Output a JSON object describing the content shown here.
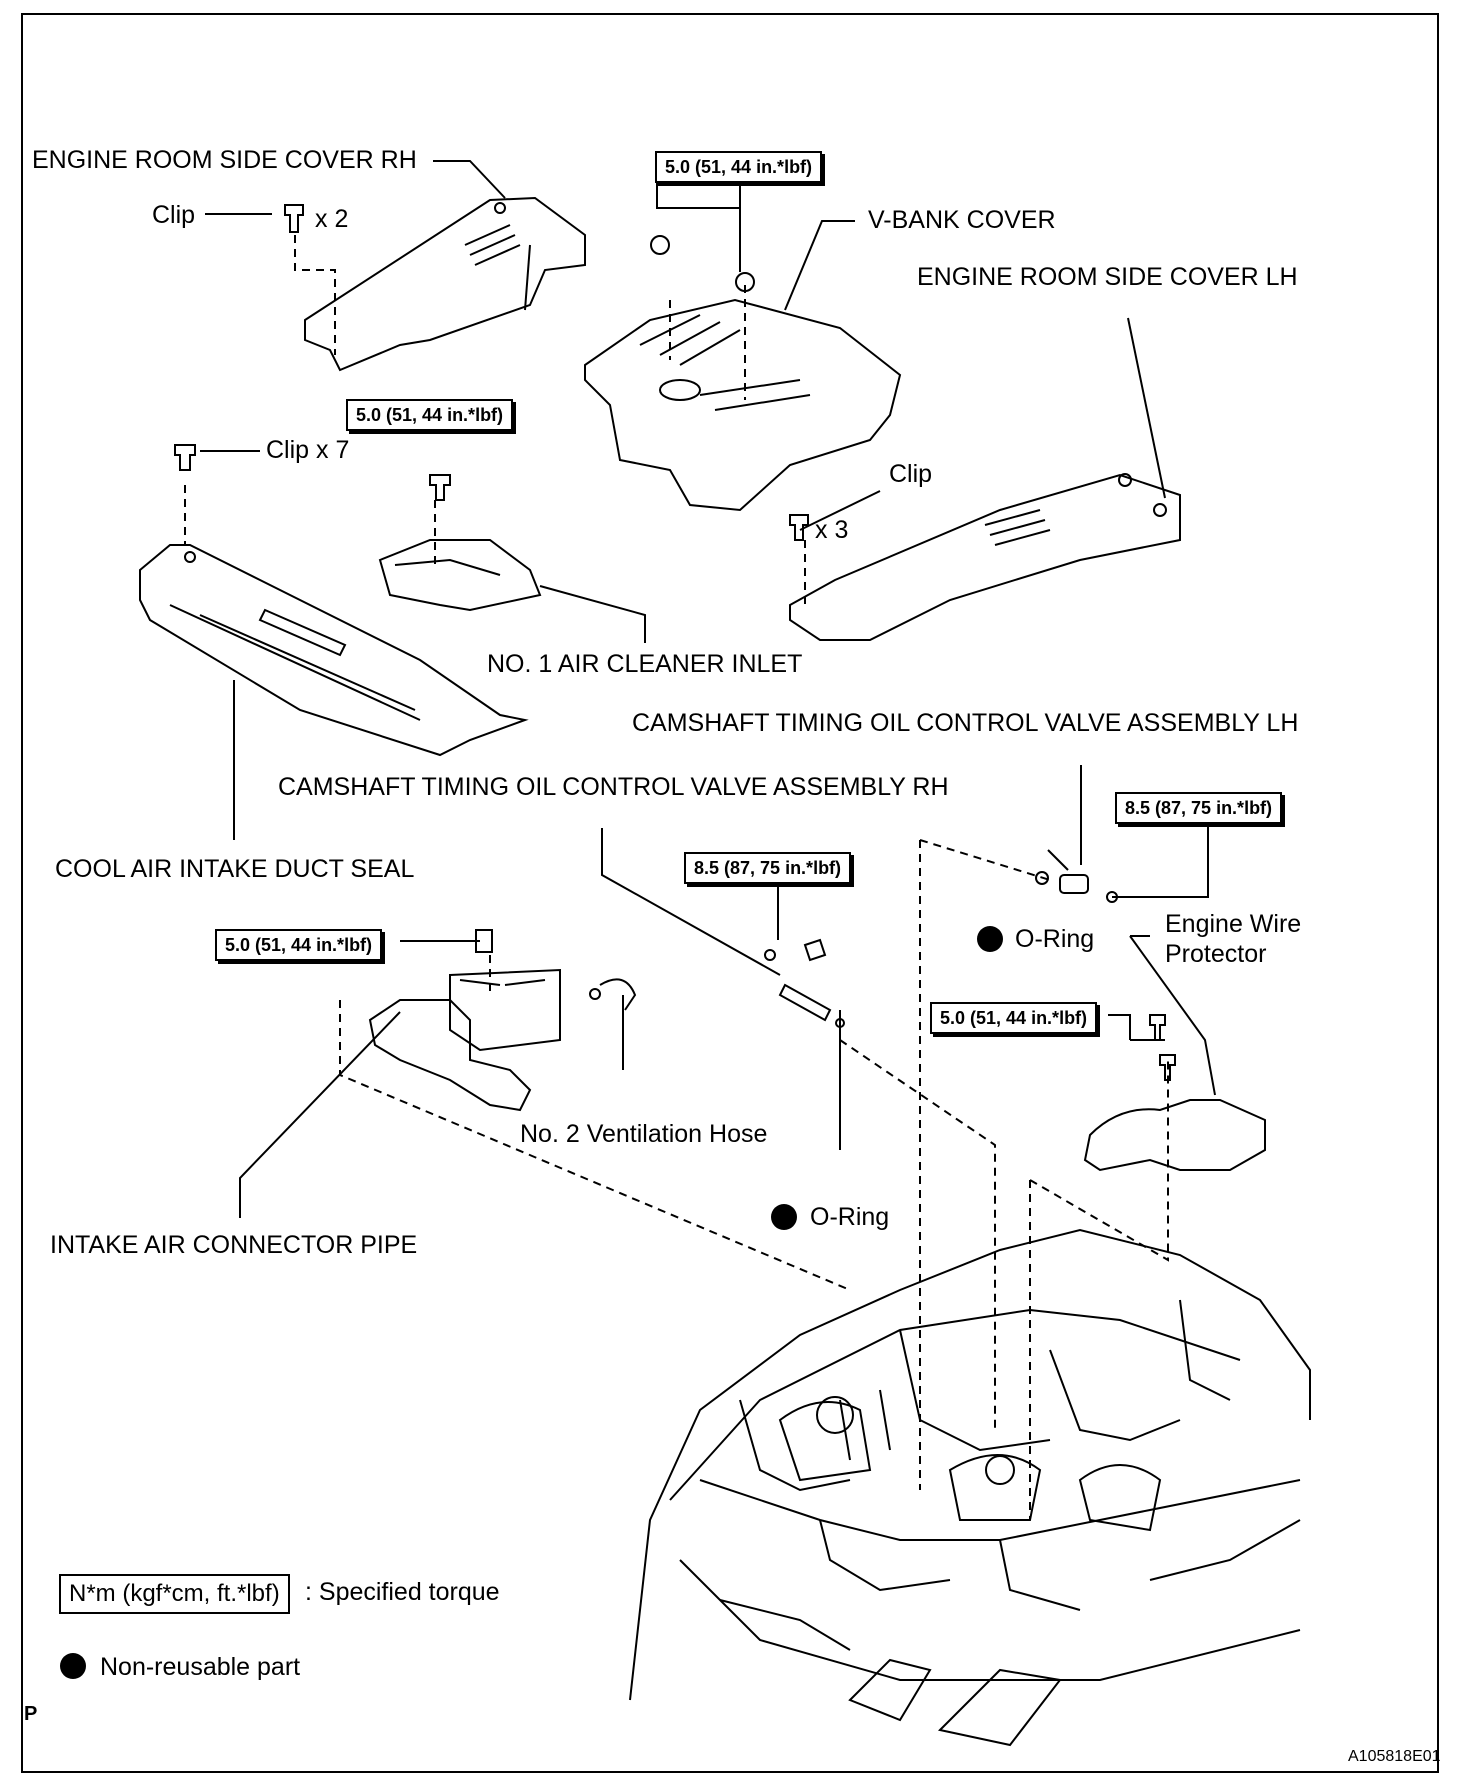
{
  "labels": {
    "side_cover_rh": "ENGINE ROOM SIDE COVER RH",
    "clip_rh": "Clip",
    "x2": "x 2",
    "vbank_torque": "5.0 (51, 44 in.*lbf)",
    "vbank_cover": "V-BANK COVER",
    "side_cover_lh": "ENGINE ROOM SIDE COVER LH",
    "inlet_torque": "5.0 (51, 44 in.*lbf)",
    "clip_x7": "Clip x 7",
    "clip_lh": "Clip",
    "x3": "x 3",
    "air_cleaner_inlet": "NO. 1 AIR CLEANER INLET",
    "ocv_lh": "CAMSHAFT TIMING OIL CONTROL VALVE ASSEMBLY LH",
    "ocv_rh": "CAMSHAFT TIMING OIL CONTROL VALVE ASSEMBLY RH",
    "ocv_lh_torque": "8.5 (87, 75 in.*lbf)",
    "cool_air_seal": "COOL AIR INTAKE DUCT SEAL",
    "ocv_rh_torque": "8.5 (87, 75 in.*lbf)",
    "o_ring_lh": "O-Ring",
    "engine_wire_1": "Engine Wire",
    "engine_wire_2": "Protector",
    "pipe_torque": "5.0 (51, 44 in.*lbf)",
    "protector_torque": "5.0 (51, 44 in.*lbf)",
    "ventilation_hose": "No. 2 Ventilation Hose",
    "o_ring_rh": "O-Ring",
    "intake_pipe": "INTAKE AIR CONNECTOR PIPE"
  },
  "legend": {
    "torque_box": "N*m (kgf*cm, ft.*lbf)",
    "torque_desc": ": Specified torque",
    "nonreusable": "Non-reusable part"
  },
  "footer": {
    "p_mark": "P",
    "code": "A105818E01"
  }
}
